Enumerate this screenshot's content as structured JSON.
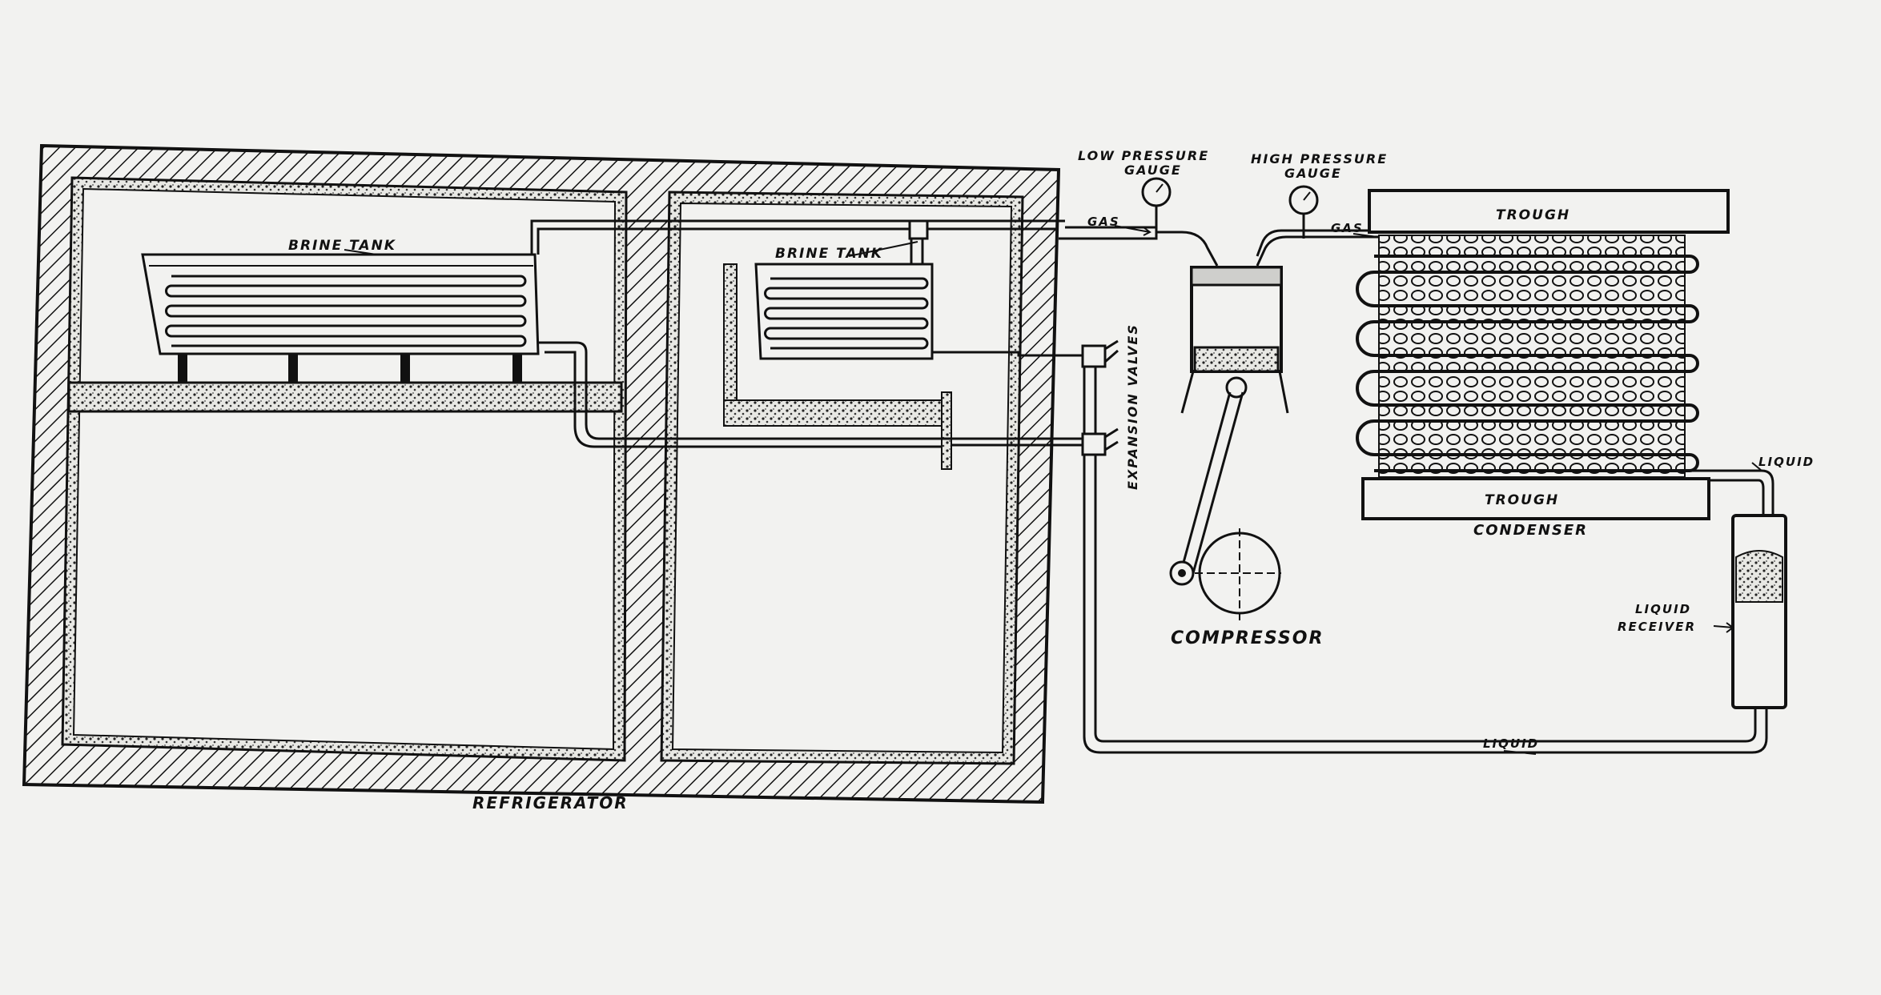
{
  "labels": {
    "brine_tank_left": "BRINE TANK",
    "brine_tank_right": "BRINE TANK",
    "low_pressure_gauge_line1": "LOW PRESSURE",
    "low_pressure_gauge_line2": "GAUGE",
    "high_pressure_gauge_line1": "HIGH PRESSURE",
    "high_pressure_gauge_line2": "GAUGE",
    "gas_left": "GAS",
    "gas_right": "GAS",
    "trough_top": "TROUGH",
    "trough_bottom": "TROUGH",
    "condenser": "CONDENSER",
    "expansion_valves": "EXPANSION VALVES",
    "compressor": "COMPRESSOR",
    "liquid_top": "LIQUID",
    "liquid_receiver_line1": "LIQUID",
    "liquid_receiver_line2": "RECEIVER",
    "liquid_bottom": "LIQUID",
    "refrigerator": "REFRIGERATOR"
  },
  "colors": {
    "ink": "#111111",
    "paper": "#f2f2f0"
  }
}
